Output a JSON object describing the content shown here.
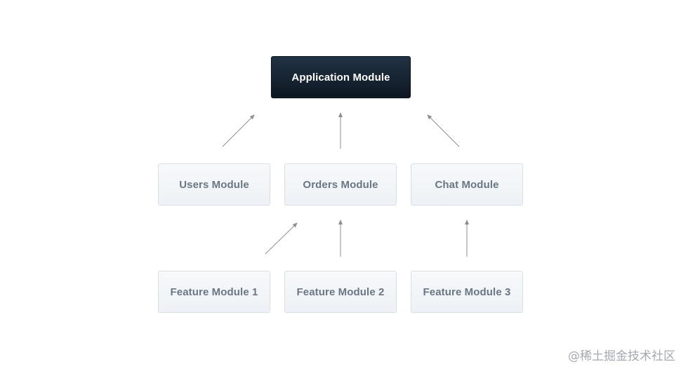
{
  "diagram": {
    "root": {
      "label": "Application Module"
    },
    "modules": [
      {
        "label": "Users Module"
      },
      {
        "label": "Orders Module"
      },
      {
        "label": "Chat Module"
      }
    ],
    "features": [
      {
        "label": "Feature Module 1"
      },
      {
        "label": "Feature Module 2"
      },
      {
        "label": "Feature Module 3"
      }
    ],
    "edges": [
      {
        "from": "Users Module",
        "to": "Application Module"
      },
      {
        "from": "Orders Module",
        "to": "Application Module"
      },
      {
        "from": "Chat Module",
        "to": "Application Module"
      },
      {
        "from": "Feature Module 1",
        "to": "Orders Module"
      },
      {
        "from": "Feature Module 2",
        "to": "Orders Module"
      },
      {
        "from": "Feature Module 3",
        "to": "Chat Module"
      }
    ],
    "colors": {
      "root_fill": "#13202e",
      "module_fill": "#f1f4f7",
      "module_text": "#6a7683",
      "arrow": "#8b8f94"
    }
  },
  "watermark": "@稀土掘金技术社区"
}
